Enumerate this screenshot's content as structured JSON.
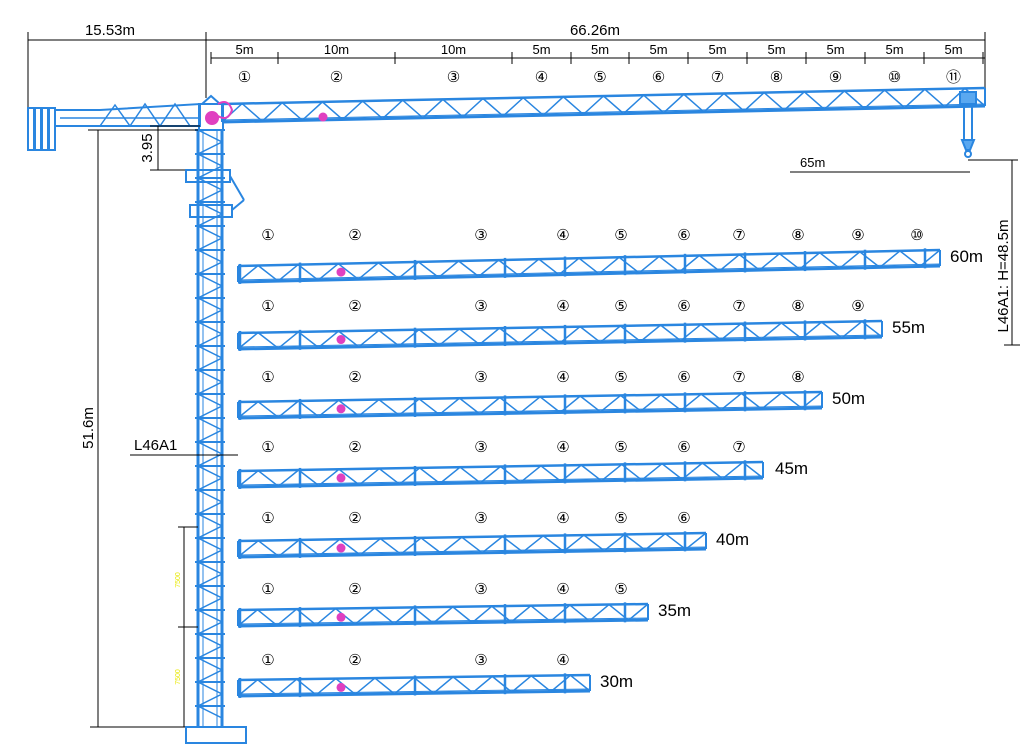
{
  "dimensions": {
    "counter_jib_length": "15.53m",
    "total_length": "66.26m",
    "jib_top_height": "3.95",
    "tower_height": "51.6m",
    "hook_reach": "65m",
    "hook_height_label": "L46A1: H=48.5m",
    "mast_label": "L46A1",
    "mast_section_a": "7500",
    "mast_section_b": "7500"
  },
  "main_jib": {
    "segments": [
      {
        "num": "①",
        "len": "5m"
      },
      {
        "num": "②",
        "len": "10m"
      },
      {
        "num": "③",
        "len": "10m"
      },
      {
        "num": "④",
        "len": "5m"
      },
      {
        "num": "⑤",
        "len": "5m"
      },
      {
        "num": "⑥",
        "len": "5m"
      },
      {
        "num": "⑦",
        "len": "5m"
      },
      {
        "num": "⑧",
        "len": "5m"
      },
      {
        "num": "⑨",
        "len": "5m"
      },
      {
        "num": "⑩",
        "len": "5m"
      },
      {
        "num": "⑪",
        "len": "5m"
      }
    ]
  },
  "jib_configs": [
    {
      "length": "60m",
      "segments": [
        "①",
        "②",
        "③",
        "④",
        "⑤",
        "⑥",
        "⑦",
        "⑧",
        "⑨",
        "⑩"
      ]
    },
    {
      "length": "55m",
      "segments": [
        "①",
        "②",
        "③",
        "④",
        "⑤",
        "⑥",
        "⑦",
        "⑧",
        "⑨"
      ]
    },
    {
      "length": "50m",
      "segments": [
        "①",
        "②",
        "③",
        "④",
        "⑤",
        "⑥",
        "⑦",
        "⑧"
      ]
    },
    {
      "length": "45m",
      "segments": [
        "①",
        "②",
        "③",
        "④",
        "⑤",
        "⑥",
        "⑦"
      ]
    },
    {
      "length": "40m",
      "segments": [
        "①",
        "②",
        "③",
        "④",
        "⑤",
        "⑥"
      ]
    },
    {
      "length": "35m",
      "segments": [
        "①",
        "②",
        "③",
        "④",
        "⑤"
      ]
    },
    {
      "length": "30m",
      "segments": [
        "①",
        "②",
        "③",
        "④"
      ]
    }
  ],
  "colors": {
    "truss": "#2a86e0",
    "truss_fill": "#5aa8f0",
    "dim_line": "#000000",
    "trolley": "#e040c0",
    "mast_dim": "#e8e800"
  }
}
